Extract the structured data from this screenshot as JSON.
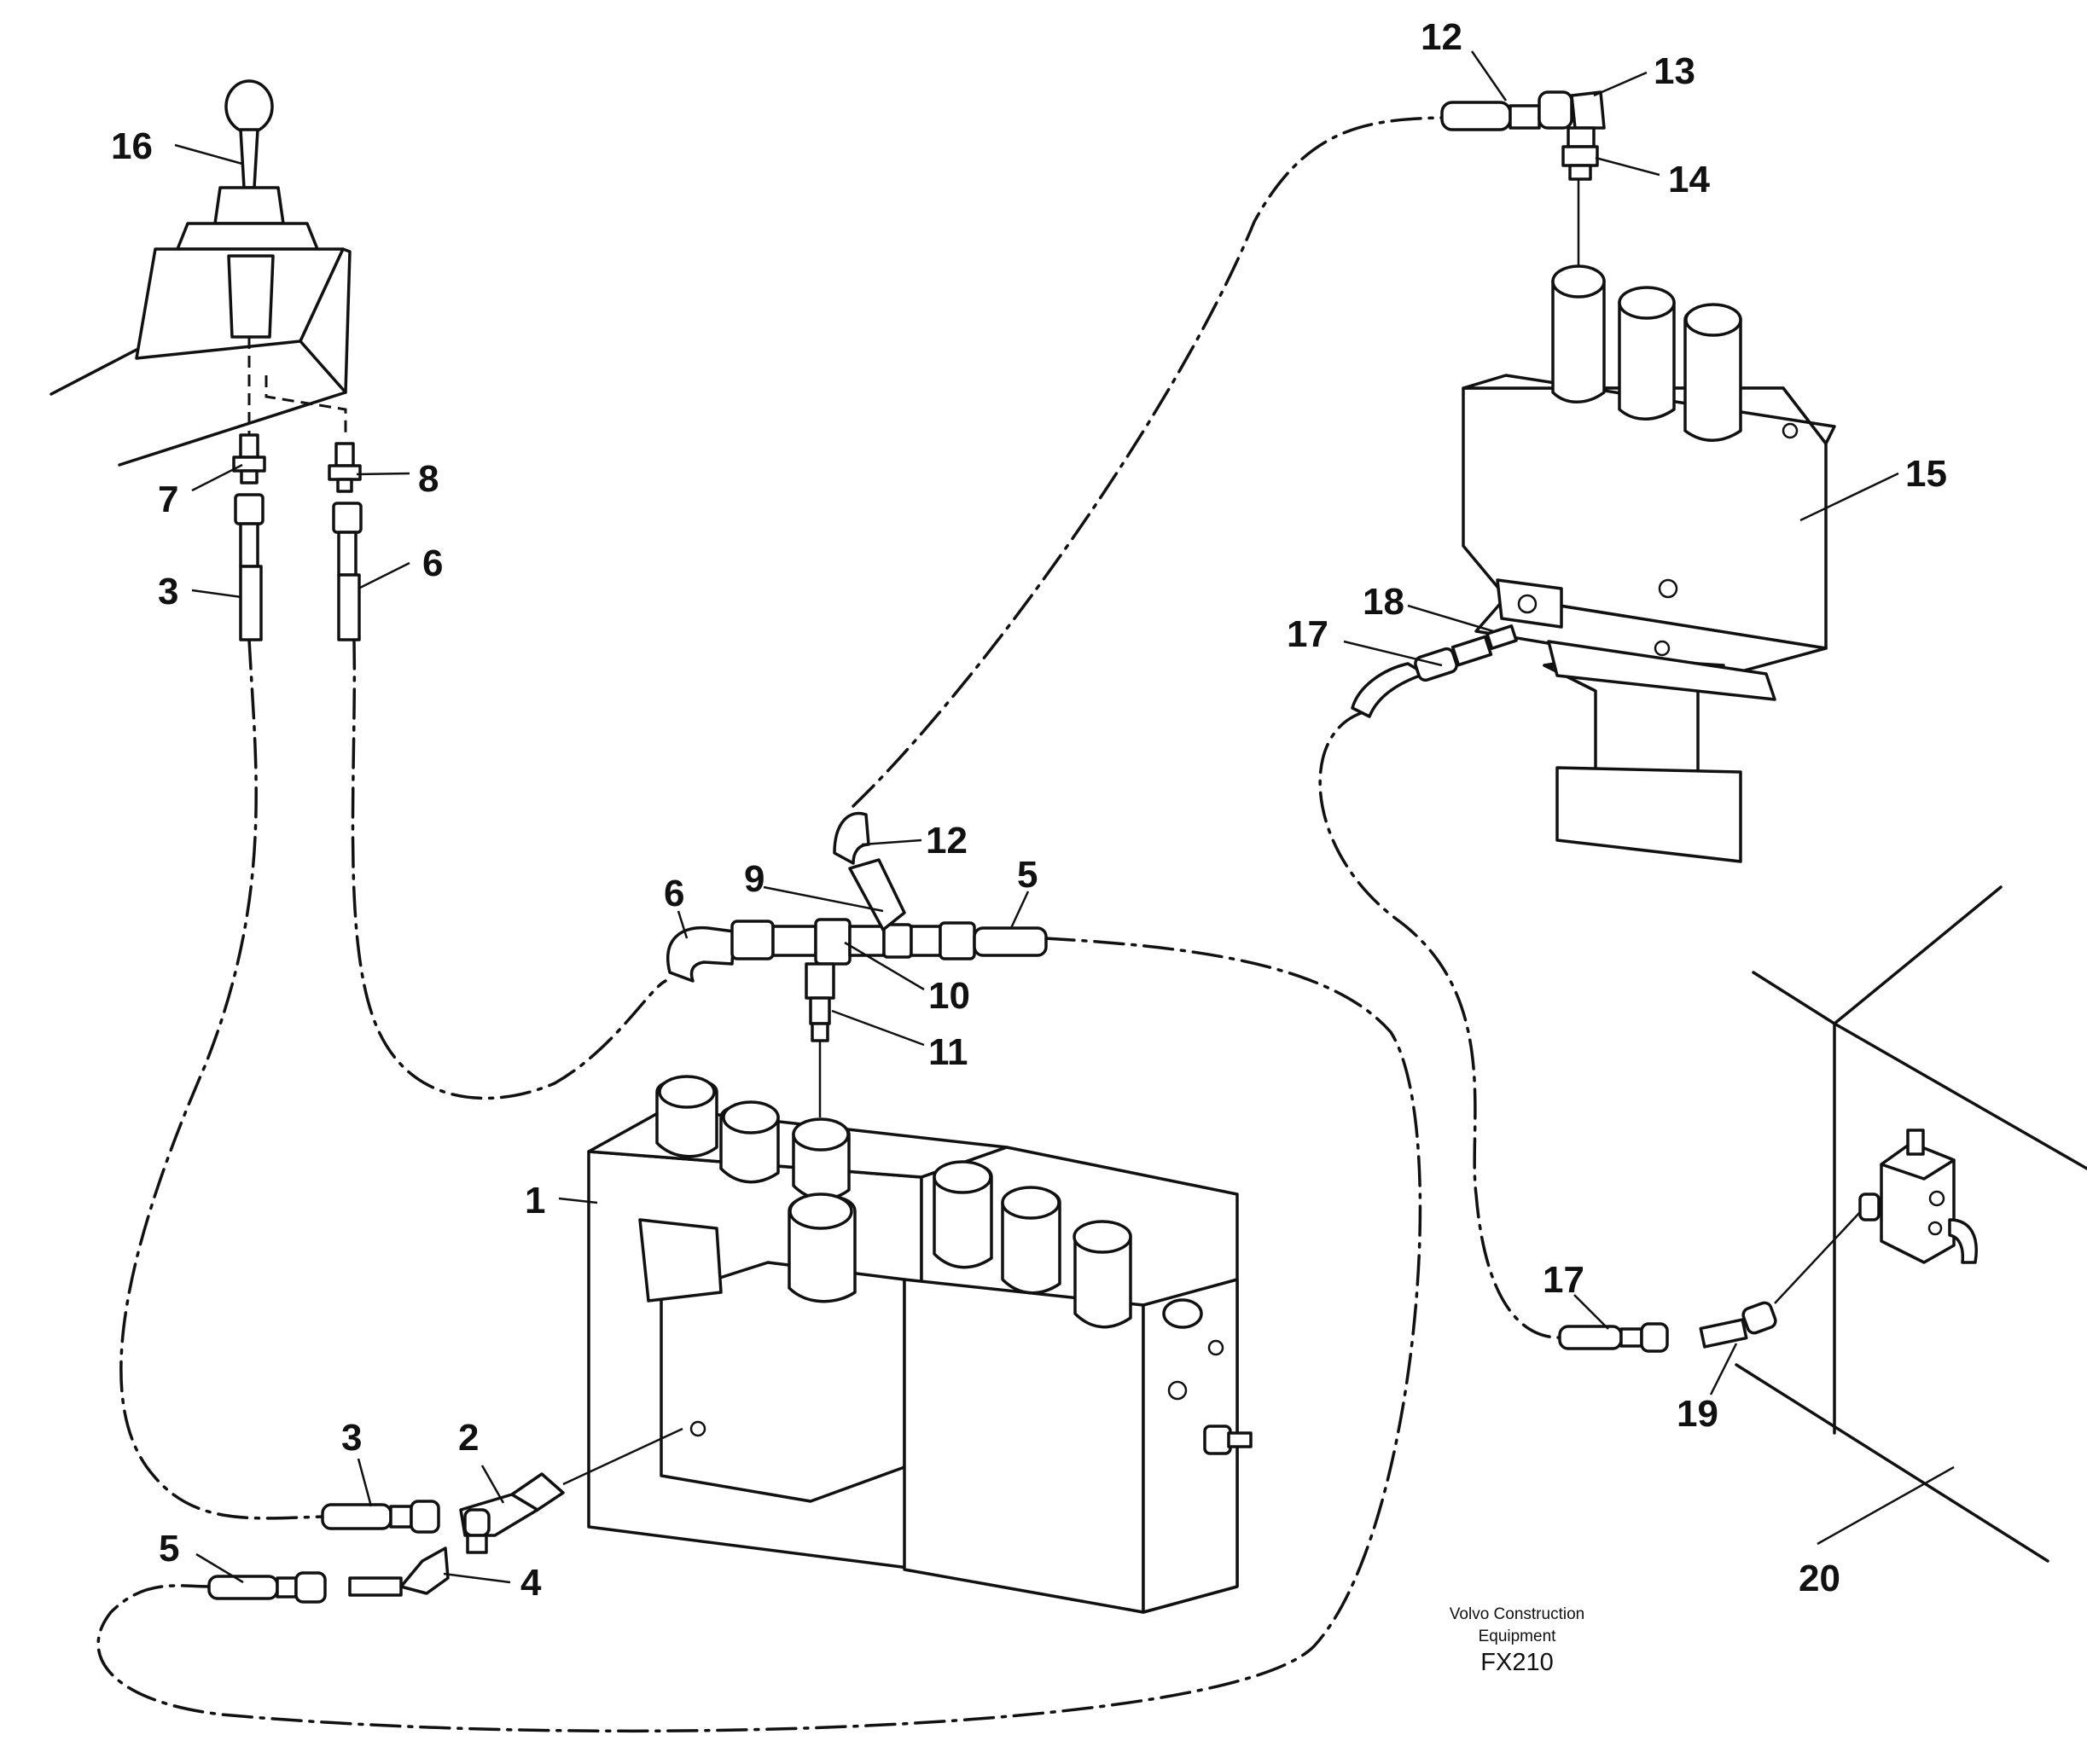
{
  "callouts": {
    "c1": "1",
    "c2": "2",
    "c3a": "3",
    "c3b": "3",
    "c4": "4",
    "c5a": "5",
    "c5b": "5",
    "c6a": "6",
    "c6b": "6",
    "c7": "7",
    "c8": "8",
    "c9": "9",
    "c10": "10",
    "c11": "11",
    "c12a": "12",
    "c12b": "12",
    "c13": "13",
    "c14": "14",
    "c15": "15",
    "c16": "16",
    "c17a": "17",
    "c17b": "17",
    "c18": "18",
    "c19": "19",
    "c20": "20"
  },
  "footer": {
    "maker_line1": "Volvo Construction",
    "maker_line2": "Equipment",
    "code": "FX210"
  }
}
